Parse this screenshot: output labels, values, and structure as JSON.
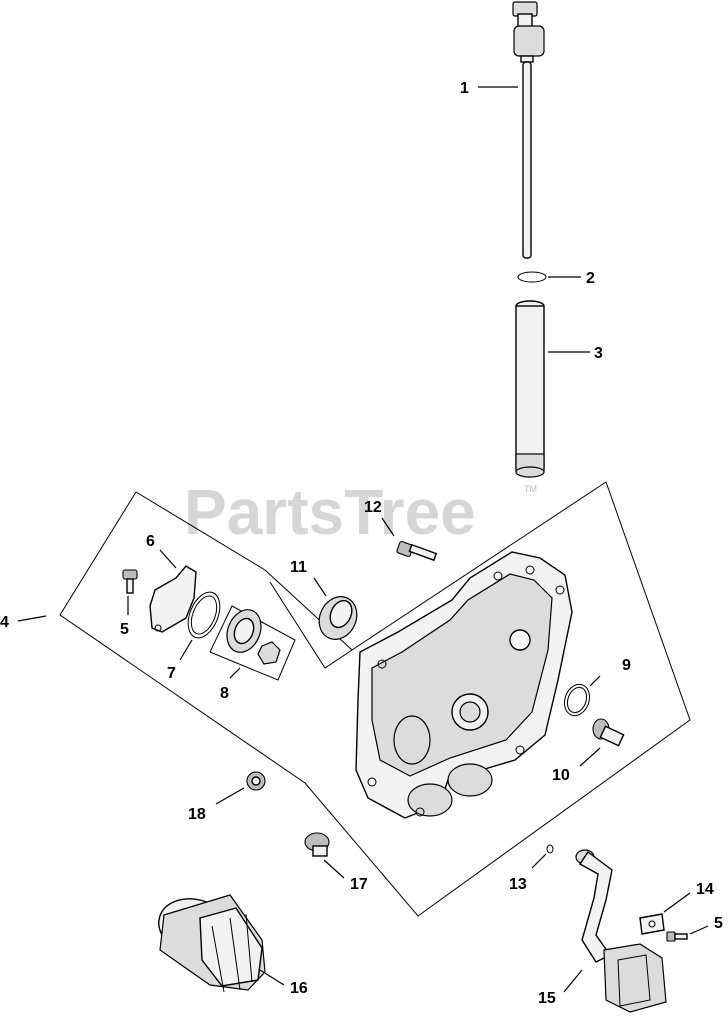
{
  "watermark": {
    "text": "PartsTree",
    "trademark": "TM"
  },
  "callouts": [
    {
      "id": "c1",
      "label": "1"
    },
    {
      "id": "c2",
      "label": "2"
    },
    {
      "id": "c3",
      "label": "3"
    },
    {
      "id": "c4",
      "label": "4"
    },
    {
      "id": "c5a",
      "label": "5"
    },
    {
      "id": "c6",
      "label": "6"
    },
    {
      "id": "c7",
      "label": "7"
    },
    {
      "id": "c8",
      "label": "8"
    },
    {
      "id": "c9",
      "label": "9"
    },
    {
      "id": "c10",
      "label": "10"
    },
    {
      "id": "c11",
      "label": "11"
    },
    {
      "id": "c12",
      "label": "12"
    },
    {
      "id": "c13",
      "label": "13"
    },
    {
      "id": "c14",
      "label": "14"
    },
    {
      "id": "c5b",
      "label": "5"
    },
    {
      "id": "c15",
      "label": "15"
    },
    {
      "id": "c16",
      "label": "16"
    },
    {
      "id": "c17",
      "label": "17"
    },
    {
      "id": "c18",
      "label": "18"
    }
  ]
}
